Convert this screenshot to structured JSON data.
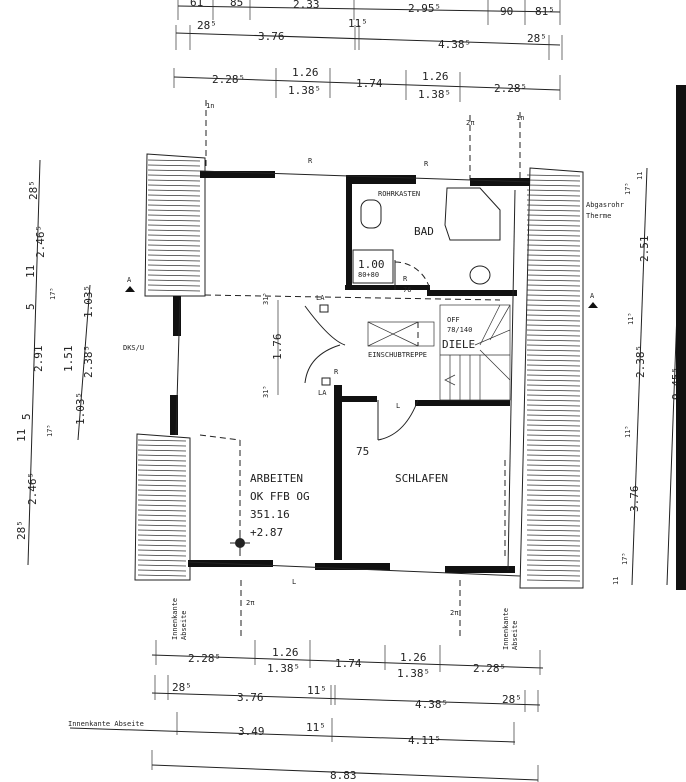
{
  "top_dims": {
    "row0": [
      "61",
      "85",
      "2.33",
      "2.95⁵",
      "90",
      "81⁵"
    ],
    "row1": [
      "28⁵",
      "3.76",
      "11⁵",
      "4.38⁵",
      "28⁵"
    ],
    "row2": [
      "2.28⁵",
      "1.26",
      "1.38⁵",
      "1.74",
      "1.26",
      "1.38⁵",
      "2.28⁵"
    ]
  },
  "bottom_dims": {
    "row1": [
      "2.28⁵",
      "1.26",
      "1.38⁵",
      "1.74",
      "1.26",
      "1.38⁵",
      "2.28⁵"
    ],
    "row2": [
      "28⁵",
      "3.76",
      "11⁵",
      "4.38⁵",
      "28⁵"
    ],
    "row3_label": "Innenkante  Abseite",
    "row3": [
      "3.49",
      "11⁵",
      "4.11⁵"
    ],
    "total": "8.83"
  },
  "left_dims": {
    "outer": [
      "28⁵",
      "2.46⁵",
      "11",
      "5",
      "2.91",
      "5",
      "11",
      "2.46⁵",
      "28⁵"
    ],
    "small": [
      "17⁵",
      "17⁵"
    ],
    "inner": [
      "1.03⁵",
      "1.51",
      "2.38⁵",
      "1.03⁵"
    ]
  },
  "right_dims": {
    "inner": [
      "11",
      "17⁵",
      "2.51",
      "11⁵",
      "2.38⁵",
      "11⁵",
      "3.76",
      "17⁵",
      "11"
    ],
    "total": "9.45⁵"
  },
  "rooms": {
    "bad": "BAD",
    "rohrkasten": "ROHRKASTEN",
    "shower_size": "1.00",
    "shower_dims": "80+80",
    "bad_door_width": "76",
    "diele": "DIELE",
    "diele_opening_1": "OFF",
    "diele_opening_2": "78/140",
    "einschubtreppe": "EINSCHUBTREPPE",
    "arbeiten": "ARBEITEN",
    "arbeiten_level": "OK FFB OG",
    "arbeiten_elev": "351.16",
    "arbeiten_rel": "+2.87",
    "schlafen": "SCHLAFEN",
    "schlafen_dim": "75"
  },
  "annotations": {
    "window_type": "DKS/U",
    "flue_1": "Abgasrohr",
    "flue_2": "Therme",
    "section_marker": "A",
    "la": "LA",
    "door_r": "R",
    "door_l": "L",
    "axis": "2π",
    "axis_1": "1n",
    "innenkante": "Innenkante",
    "abseite": "Abseite",
    "hall_dim": "1.76",
    "hall_offset": "31⁵"
  }
}
